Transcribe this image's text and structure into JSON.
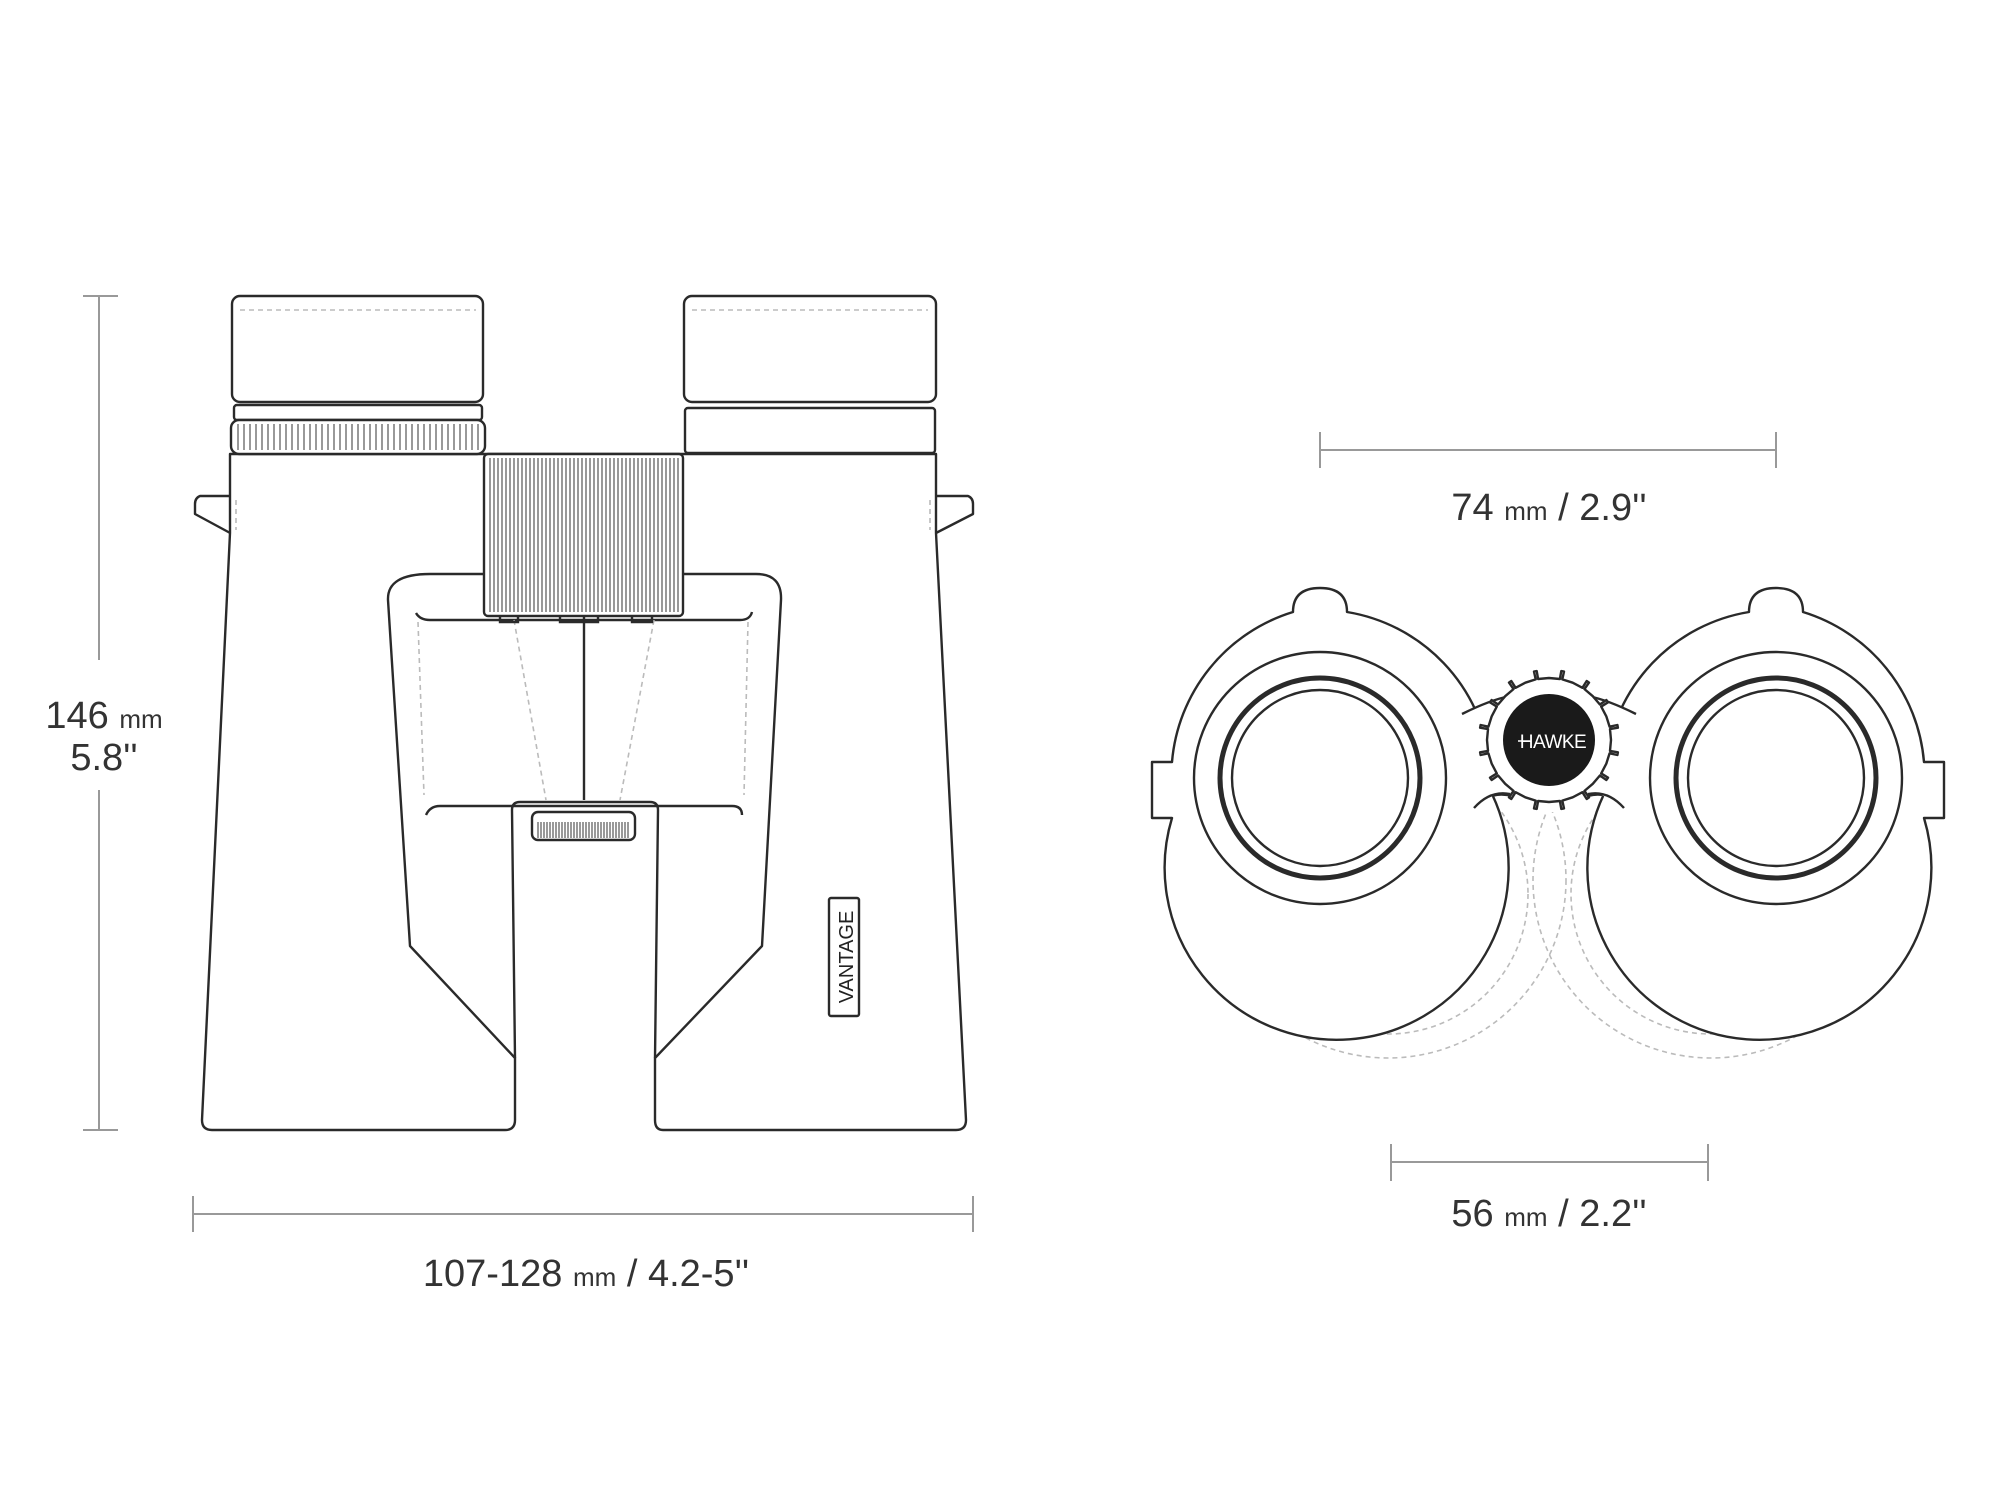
{
  "side_view": {
    "height_label": {
      "value": "146",
      "unit": "mm",
      "inches": "5.8''"
    },
    "width_label": {
      "value": "107-128",
      "unit": "mm",
      "separator": "/",
      "inches": "4.2-5''"
    },
    "model_badge": "VANTAGE"
  },
  "front_view": {
    "top_label": {
      "value": "74",
      "unit": "mm",
      "separator": "/",
      "inches": "2.9''"
    },
    "bottom_label": {
      "value": "56",
      "unit": "mm",
      "separator": "/",
      "inches": "2.2''"
    },
    "brand_logo": "HAWKE"
  },
  "colors": {
    "line": "#2a2a2a",
    "dimension": "#999999",
    "text": "#333333",
    "logo_bg": "#1a1a1a"
  }
}
